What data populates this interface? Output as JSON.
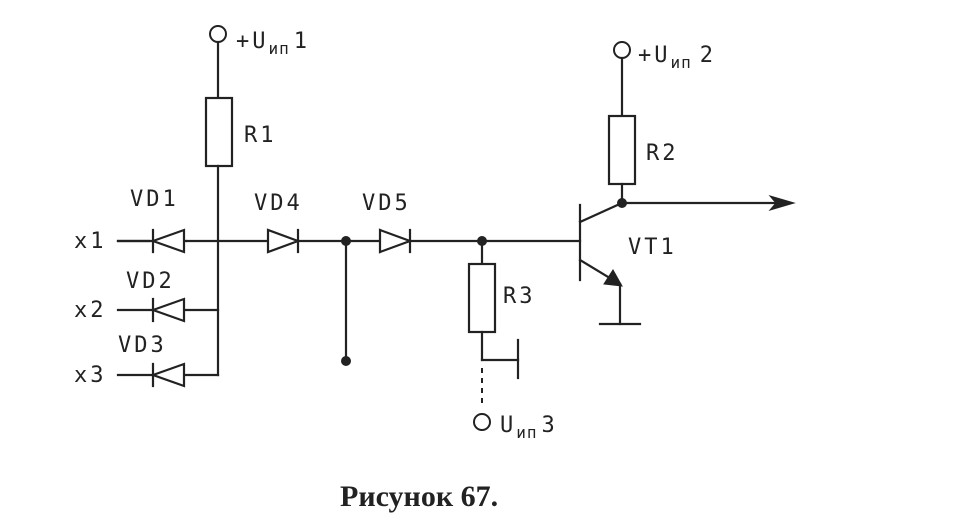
{
  "labels": {
    "supply1_prefix": "+U",
    "supply1_sub": "ип",
    "supply1_num": "1",
    "supply2_prefix": "+U",
    "supply2_sub": "ип",
    "supply2_num": "2",
    "supply3_prefix": "U",
    "supply3_sub": "ип",
    "supply3_num": "3",
    "r1": "R1",
    "r2": "R2",
    "r3": "R3",
    "vd1": "VD1",
    "vd2": "VD2",
    "vd3": "VD3",
    "vd4": "VD4",
    "vd5": "VD5",
    "vt1": "VT1",
    "x1": "x1",
    "x2": "x2",
    "x3": "x3"
  },
  "caption": "Рисунок 67."
}
